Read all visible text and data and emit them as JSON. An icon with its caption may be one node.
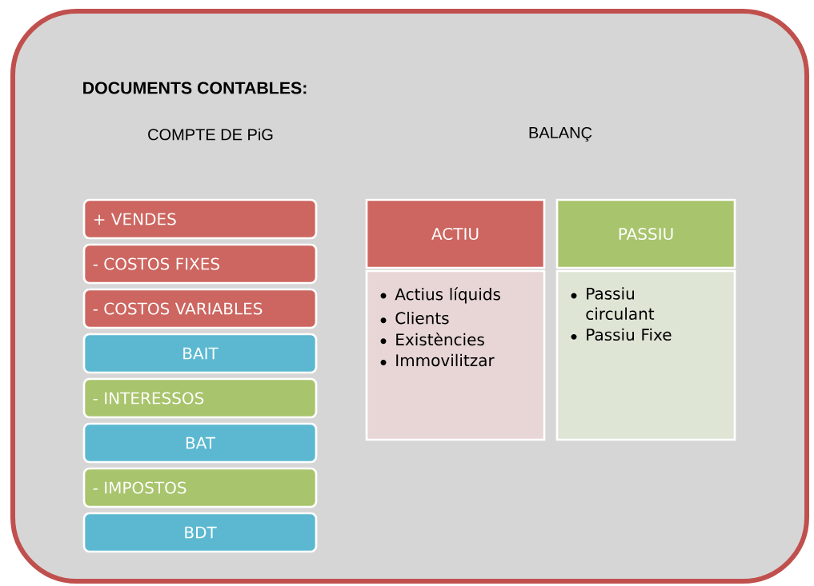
{
  "diagram": {
    "title": "DOCUMENTS CONTABLES:",
    "nodes": [
      {
        "text": [
          "+ VENDES"
        ]
      },
      {
        "text": [
          "- COSTOS FIXES"
        ]
      },
      {
        "text": [
          "- COSTOS VARIABLES"
        ]
      },
      {
        "text": [
          "BAIT"
        ]
      },
      {
        "text": [
          "- INTERESSOS"
        ]
      },
      {
        "text": [
          "BAT"
        ]
      },
      {
        "text": [
          "- IMPOSTOS"
        ]
      },
      {
        "text": [
          "BDT"
        ]
      },
      {
        "text": [
          "ACTIU"
        ]
      },
      {
        "text": [
          "Actius líquids",
          "Clients",
          "Existències",
          "Immovilitzar"
        ]
      },
      {
        "text": [
          "PASSIU"
        ]
      },
      {
        "text": [
          "Passiu circulant",
          "Passiu Fixe"
        ]
      }
    ],
    "labels": [
      "COMPTE DE PiG",
      "BALANÇ"
    ]
  }
}
